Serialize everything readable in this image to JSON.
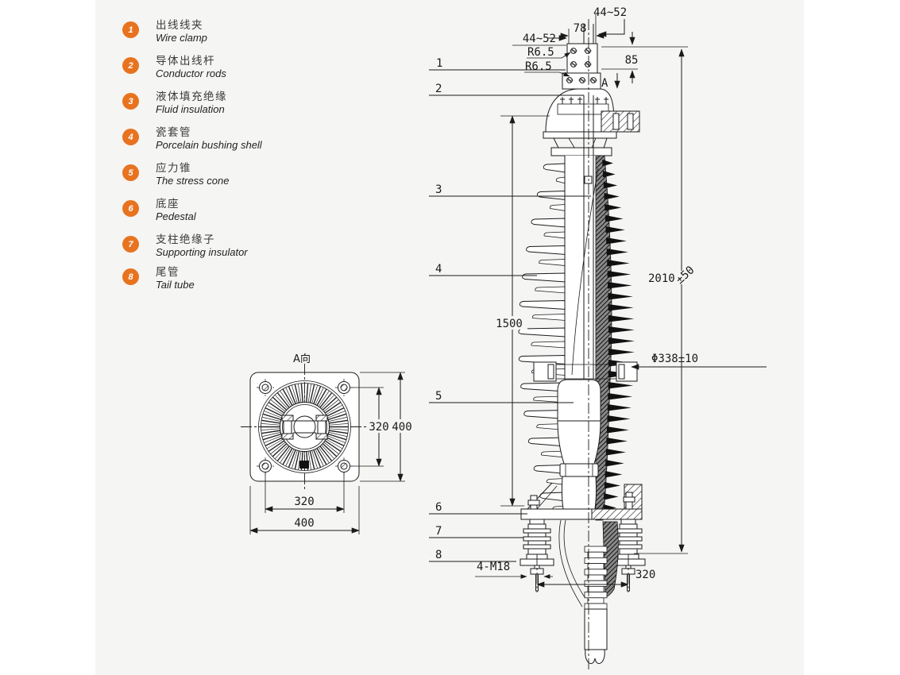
{
  "page": {
    "background": "#f5f5f3",
    "accent": "#e8731f"
  },
  "legend": {
    "items": [
      {
        "num": "1",
        "zh": "出线线夹",
        "en": "Wire clamp"
      },
      {
        "num": "2",
        "zh": "导体出线杆",
        "en": "Conductor rods"
      },
      {
        "num": "3",
        "zh": "液体填充绝缘",
        "en": "Fluid insulation"
      },
      {
        "num": "4",
        "zh": "瓷套管",
        "en": "Porcelain bushing shell"
      },
      {
        "num": "5",
        "zh": "应力锥",
        "en": "The stress cone"
      },
      {
        "num": "6",
        "zh": "底座",
        "en": "Pedestal"
      },
      {
        "num": "7",
        "zh": "支柱绝缘子",
        "en": "Supporting insulator"
      },
      {
        "num": "8",
        "zh": "尾管",
        "en": "Tail tube"
      }
    ]
  },
  "top_view": {
    "title": "A向",
    "dim_bottom_inner": "320",
    "dim_bottom_outer": "400",
    "dim_right_inner": "320",
    "dim_right_outer": "400"
  },
  "main_view": {
    "callouts": [
      "1",
      "2",
      "3",
      "4",
      "5",
      "6",
      "7",
      "8"
    ],
    "dims": {
      "clamp_range_left": "44~52",
      "clamp_range_right": "44~52",
      "clamp_width": "78",
      "fillet_1": "R6.5",
      "fillet_2": "R6.5",
      "top_offset": "85",
      "view_arrow": "A",
      "insulation_height": "1500",
      "overall_height": "2010",
      "overall_tolerance": "±50",
      "shell_diameter": "Φ338±10",
      "stud_spec": "4-M18",
      "stud_spacing": "320"
    }
  }
}
